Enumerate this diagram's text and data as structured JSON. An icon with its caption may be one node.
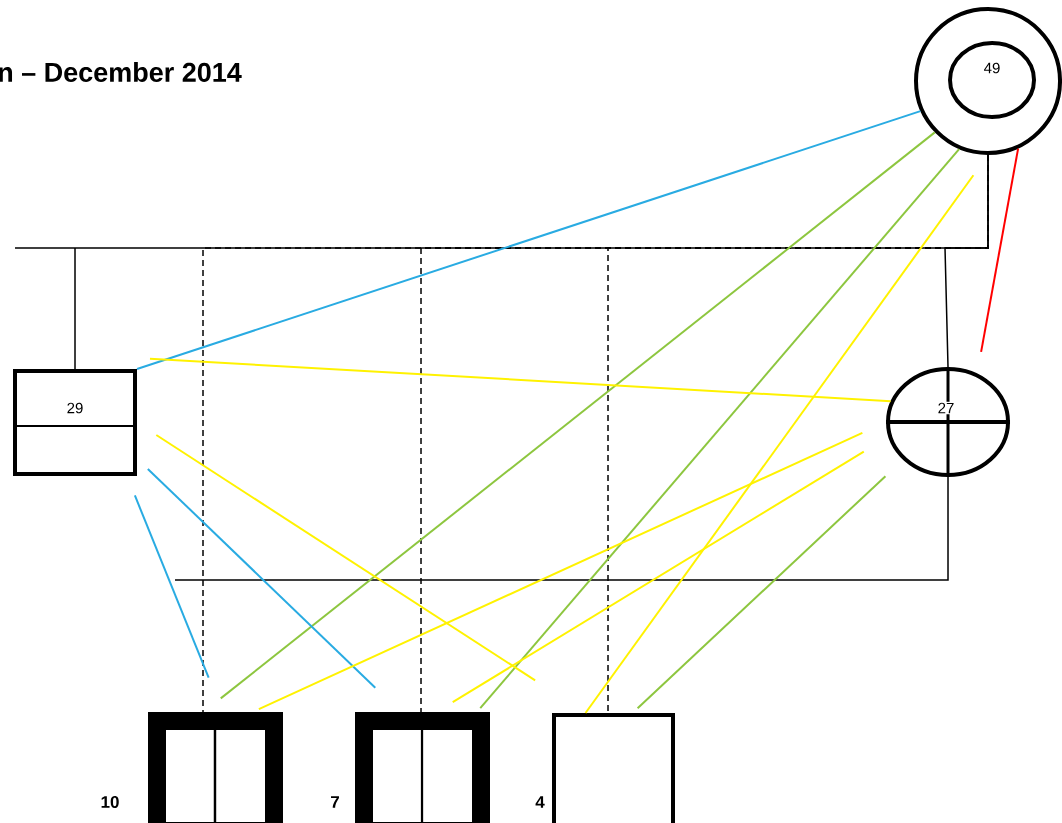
{
  "diagram": {
    "title": "n – December 2014",
    "nodes": [
      {
        "text": [
          "49"
        ]
      },
      {
        "text": [
          "29"
        ]
      },
      {
        "text": [
          "27"
        ]
      },
      {
        "text": [],
        "shape": "box",
        "beside": [
          "10"
        ]
      },
      {
        "text": [],
        "shape": "box",
        "beside": [
          "7"
        ]
      },
      {
        "text": [],
        "shape": "box",
        "beside": [
          "4"
        ]
      }
    ],
    "edges": [
      {
        "from": 0,
        "to": 1,
        "arrow": "none"
      },
      {
        "from": 0,
        "to": 2,
        "arrow": "none"
      },
      {
        "from": 0,
        "to": 3,
        "arrow": "none",
        "style": "dashed"
      },
      {
        "from": 0,
        "to": 4,
        "arrow": "none",
        "style": "dashed"
      },
      {
        "from": 0,
        "to": 5,
        "arrow": "none",
        "style": "dashed"
      },
      {
        "from": 2,
        "to": null,
        "arrow": "none"
      },
      {
        "from": 0,
        "to": 1,
        "arrow": "none",
        "color": "#29abe2"
      },
      {
        "from": 0,
        "to": 3,
        "arrow": "none",
        "color": "#8dc63f"
      },
      {
        "from": 0,
        "to": 4,
        "arrow": "none",
        "color": "#8dc63f"
      },
      {
        "from": 0,
        "to": 5,
        "arrow": "none",
        "color": "#fff200"
      },
      {
        "from": 0,
        "to": 2,
        "arrow": "none",
        "color": "#ff0000"
      },
      {
        "from": 1,
        "to": 2,
        "arrow": "none",
        "color": "#fff200"
      },
      {
        "from": 1,
        "to": 5,
        "arrow": "none",
        "color": "#fff200"
      },
      {
        "from": 1,
        "to": 4,
        "arrow": "none",
        "color": "#29abe2"
      },
      {
        "from": 1,
        "to": 3,
        "arrow": "none",
        "color": "#29abe2"
      },
      {
        "from": 2,
        "to": 3,
        "arrow": "none",
        "color": "#fff200"
      },
      {
        "from": 2,
        "to": 4,
        "arrow": "none",
        "color": "#fff200"
      },
      {
        "from": 2,
        "to": 5,
        "arrow": "none",
        "color": "#8dc63f"
      }
    ]
  }
}
